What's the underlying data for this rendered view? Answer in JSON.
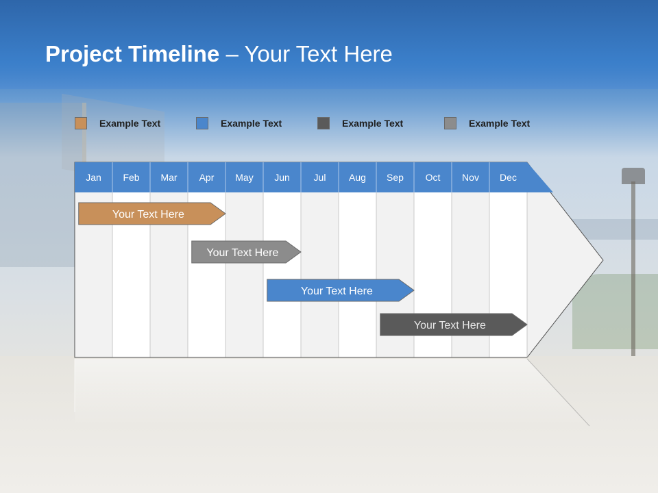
{
  "title": {
    "bold": "Project Timeline",
    "rest": " – Your Text Here"
  },
  "legend": [
    {
      "label": "Example Text",
      "color": "#c8905a"
    },
    {
      "label": "Example Text",
      "color": "#4a86cc"
    },
    {
      "label": "Example Text",
      "color": "#5a5a5a"
    },
    {
      "label": "Example Text",
      "color": "#8c8c8c"
    }
  ],
  "months": [
    "Jan",
    "Feb",
    "Mar",
    "Apr",
    "May",
    "Jun",
    "Jul",
    "Aug",
    "Sep",
    "Oct",
    "Nov",
    "Dec"
  ],
  "colors": {
    "header": "#4a86cc",
    "column_light": "#f2f2f2",
    "column_white": "#ffffff",
    "grid_line": "#c8c8c8"
  },
  "tasks": [
    {
      "label": "Your  Text Here",
      "start_month": 1.05,
      "end_month": 4.0,
      "color": "#c8905a",
      "text_color": "#ffffff"
    },
    {
      "label": "Your  Text Here",
      "start_month": 4.05,
      "end_month": 6.0,
      "color": "#8c8c8c",
      "text_color": "#ffffff"
    },
    {
      "label": "Your  Text Here",
      "start_month": 6.05,
      "end_month": 9.0,
      "color": "#4a86cc",
      "text_color": "#ffffff"
    },
    {
      "label": "Your  Text Here",
      "start_month": 9.05,
      "end_month": 12.0,
      "color": "#5a5a5a",
      "text_color": "#e8e8e8"
    }
  ]
}
